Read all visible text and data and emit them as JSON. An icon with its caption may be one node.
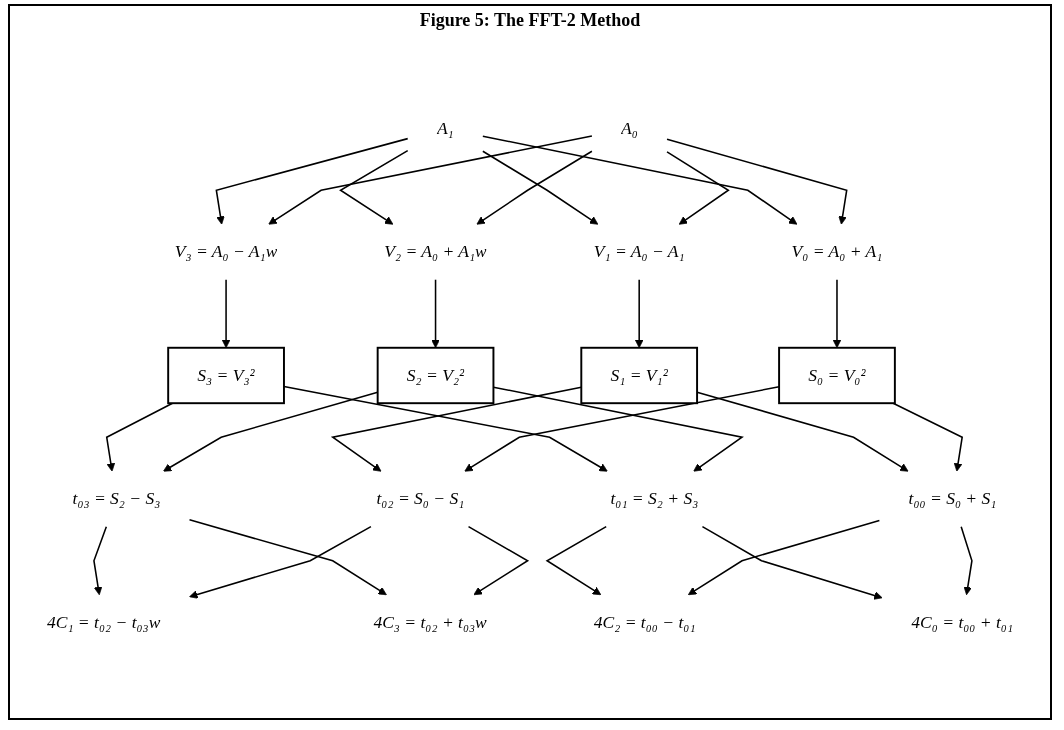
{
  "diagram": {
    "title": "Figure 5: The FFT-2 Method",
    "nodes": [
      {
        "text": [
          "A₁"
        ]
      },
      {
        "text": [
          "A₀"
        ]
      },
      {
        "text": [
          "V₃ = A₀ − A₁w"
        ]
      },
      {
        "text": [
          "V₂ = A₀ + A₁w"
        ]
      },
      {
        "text": [
          "V₁ = A₀ − A₁"
        ]
      },
      {
        "text": [
          "V₀ = A₀ + A₁"
        ]
      },
      {
        "text": [
          "S₃ = V₃²"
        ]
      },
      {
        "text": [
          "S₂ = V₂²"
        ]
      },
      {
        "text": [
          "S₁ = V₁²"
        ]
      },
      {
        "text": [
          "S₀ = V₀²"
        ]
      },
      {
        "text": [
          "t₀₃ = S₂ − S₃"
        ]
      },
      {
        "text": [
          "t₀₂ = S₀ − S₁"
        ]
      },
      {
        "text": [
          "t₀₁ = S₂ + S₃"
        ]
      },
      {
        "text": [
          "t₀₀ = S₀ + S₁"
        ]
      },
      {
        "text": [
          "4C₁ = t₀₂ − t₀₃w"
        ]
      },
      {
        "text": [
          "4C₂ = t₀₀ − t₀₁"
        ]
      },
      {
        "text": [
          "4C₃ = t₀₂ + t₀₃w"
        ]
      },
      {
        "text": [
          "4C₀ = t₀₀ + t₀₁"
        ]
      }
    ],
    "edges": [
      {
        "from": 0,
        "to": 2,
        "arrow": "to"
      },
      {
        "from": 0,
        "to": 3,
        "arrow": "to"
      },
      {
        "from": 0,
        "to": 4,
        "arrow": "to"
      },
      {
        "from": 0,
        "to": 5,
        "arrow": "to"
      },
      {
        "from": 1,
        "to": 2,
        "arrow": "to"
      },
      {
        "from": 1,
        "to": 3,
        "arrow": "to"
      },
      {
        "from": 1,
        "to": 4,
        "arrow": "to"
      },
      {
        "from": 1,
        "to": 5,
        "arrow": "to"
      },
      {
        "from": 2,
        "to": 6,
        "arrow": "to"
      },
      {
        "from": 3,
        "to": 7,
        "arrow": "to"
      },
      {
        "from": 4,
        "to": 8,
        "arrow": "to"
      },
      {
        "from": 5,
        "to": 9,
        "arrow": "to"
      },
      {
        "from": 6,
        "to": 10,
        "arrow": "to"
      },
      {
        "from": 6,
        "to": 12,
        "arrow": "to"
      },
      {
        "from": 7,
        "to": 10,
        "arrow": "to"
      },
      {
        "from": 7,
        "to": 12,
        "arrow": "to"
      },
      {
        "from": 8,
        "to": 11,
        "arrow": "to"
      },
      {
        "from": 8,
        "to": 13,
        "arrow": "to"
      },
      {
        "from": 9,
        "to": 11,
        "arrow": "to"
      },
      {
        "from": 9,
        "to": 13,
        "arrow": "to"
      },
      {
        "from": 10,
        "to": 14,
        "arrow": "to"
      },
      {
        "from": 10,
        "to": 16,
        "arrow": "to"
      },
      {
        "from": 11,
        "to": 14,
        "arrow": "to"
      },
      {
        "from": 11,
        "to": 16,
        "arrow": "to"
      },
      {
        "from": 12,
        "to": 15,
        "arrow": "to"
      },
      {
        "from": 12,
        "to": 17,
        "arrow": "to"
      },
      {
        "from": 13,
        "to": 15,
        "arrow": "to"
      },
      {
        "from": 13,
        "to": 17,
        "arrow": "to"
      }
    ]
  }
}
